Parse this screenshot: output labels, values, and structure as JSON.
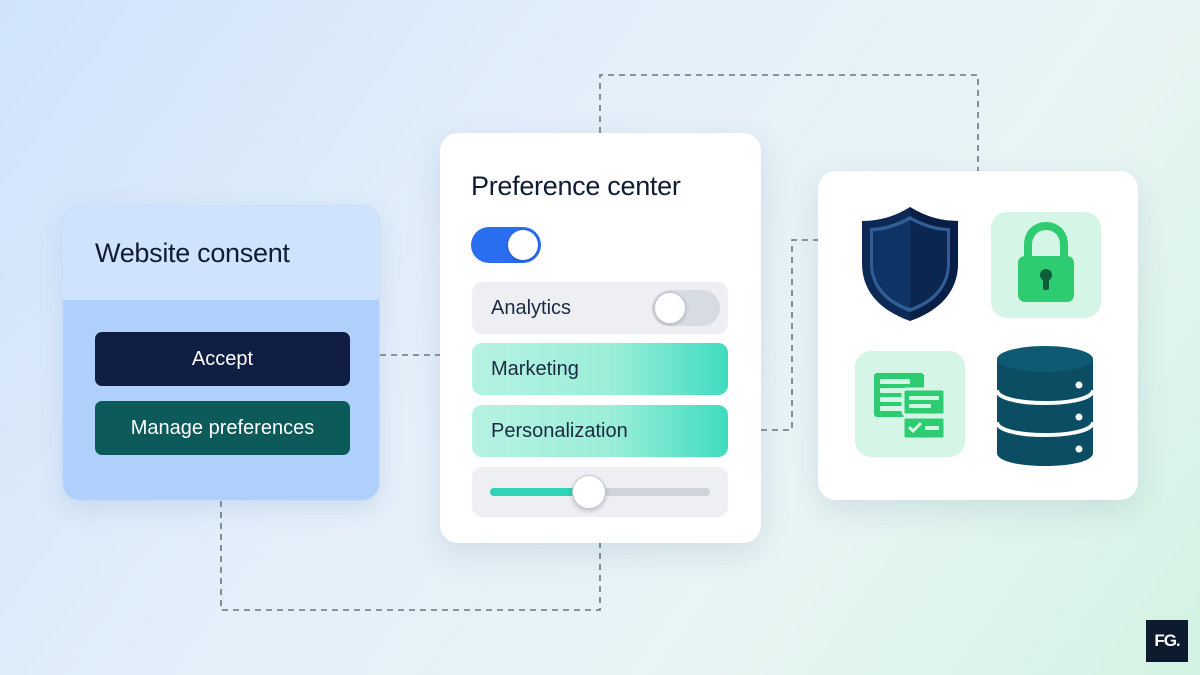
{
  "consent_card": {
    "title": "Website consent",
    "accept_label": "Accept",
    "manage_label": "Manage preferences"
  },
  "preference_center": {
    "title": "Preference center",
    "master_toggle_on": true,
    "rows": [
      {
        "label": "Analytics",
        "toggle_on": false
      },
      {
        "label": "Marketing"
      },
      {
        "label": "Personalization"
      }
    ],
    "slider_value_fraction": 0.45
  },
  "security_card": {
    "icons": [
      "shield-icon",
      "lock-icon",
      "document-check-icon",
      "database-icon"
    ]
  },
  "logo": {
    "text": "FG."
  },
  "colors": {
    "navy": "#0f1e42",
    "teal_button": "#0c5a5a",
    "toggle_blue": "#2a6ef0",
    "mint": "#2fd3b6",
    "green_icon": "#2ecc71",
    "shield_navy": "#0d2a57",
    "database": "#0b4d63"
  }
}
